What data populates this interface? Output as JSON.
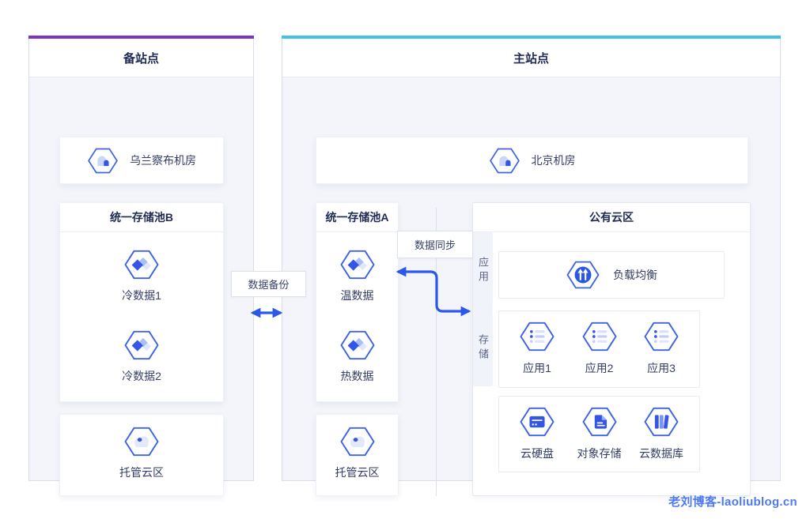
{
  "diagram": {
    "watermark": "老刘博客-laoliublog.cn",
    "colors": {
      "backup_accent": "#7D35BF",
      "primary_accent": "#45BFEC",
      "arrow_blue": "#2B58E8",
      "icon_blue": "#3356E9"
    },
    "connections": {
      "backup": "数据备份",
      "sync": "数据同步"
    },
    "backup_site": {
      "title": "备站点",
      "room": "乌兰察布机房",
      "pool": {
        "title": "统一存储池B",
        "items": [
          "冷数据1",
          "冷数据2"
        ]
      },
      "hosted": "托管云区"
    },
    "primary_site": {
      "title": "主站点",
      "room": "北京机房",
      "pool": {
        "title": "统一存储池A",
        "items": [
          "温数据",
          "热数据"
        ]
      },
      "hosted": "托管云区",
      "public_cloud": {
        "title": "公有云区",
        "load_balancer": "负载均衡",
        "app_tab": "应用",
        "apps": [
          "应用1",
          "应用2",
          "应用3"
        ],
        "storage_tab": "存储",
        "storages": [
          "云硬盘",
          "对象存储",
          "云数据库"
        ]
      }
    }
  }
}
